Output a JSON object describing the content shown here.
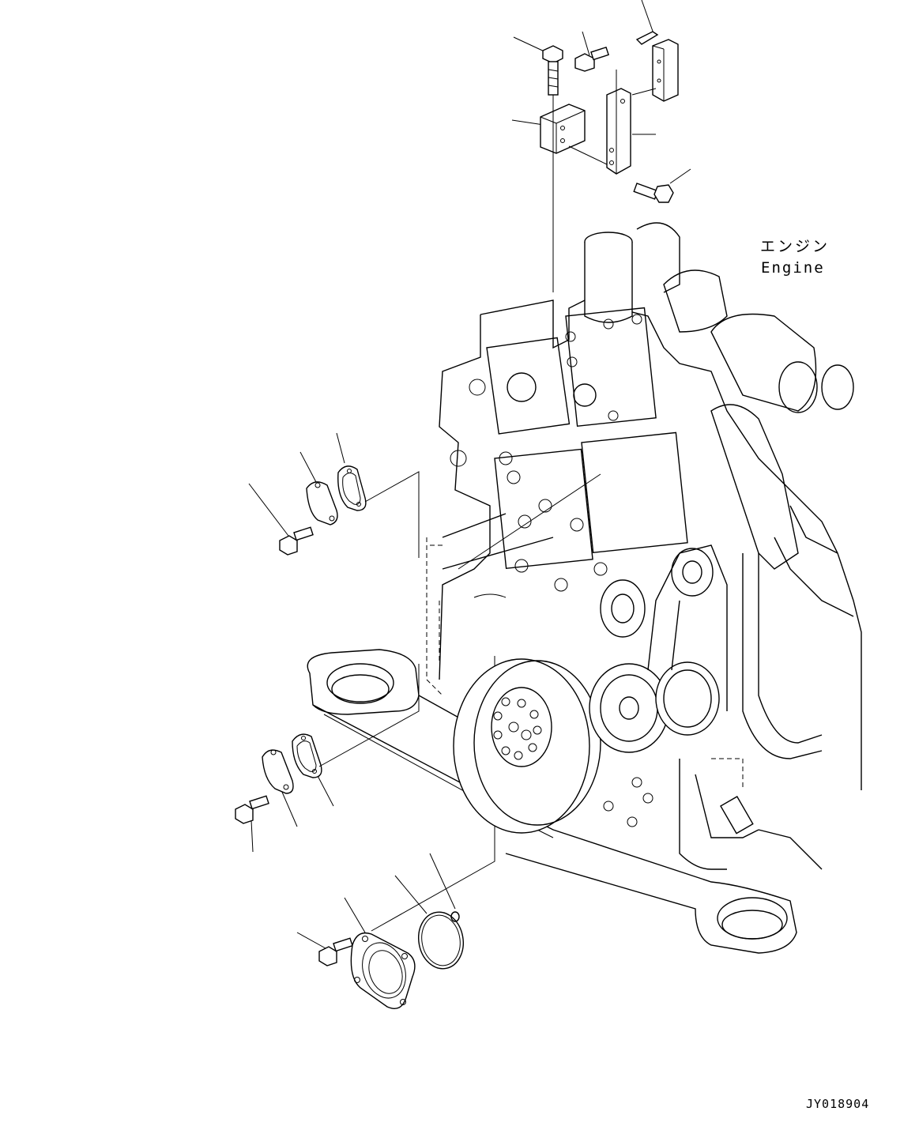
{
  "labels": {
    "engine_jp": "エンジン",
    "engine_en": "Engine",
    "drawing_number": "JY018904"
  },
  "colors": {
    "line": "#000000",
    "background": "#ffffff"
  }
}
